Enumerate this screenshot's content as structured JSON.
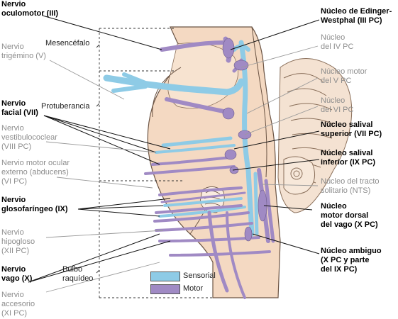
{
  "colors": {
    "sensory": "#8ecbe6",
    "motor": "#a08ac4",
    "brainstem": "#f4d9c2",
    "outline": "#5a4a3c",
    "bold_leader": "#111111",
    "gray_leader": "#9a9a9a"
  },
  "labels": {
    "oculomotor": [
      "Nervio",
      "oculomotor (III)"
    ],
    "trigemino": [
      "Nervio",
      "trigémino (V)"
    ],
    "facial": [
      "Nervio",
      "facial (VII)"
    ],
    "vestibulococlear": [
      "Nervio",
      "vestibulococlear",
      "(VIII PC)"
    ],
    "abducens": [
      "Nervio motor ocular",
      "externo (abducens)",
      "(VI PC)"
    ],
    "glosofaringeo": [
      "Nervio",
      "glosofaríngeo (IX)"
    ],
    "hipogloso": [
      "Nervio",
      "hipogloso",
      "(XII PC)"
    ],
    "vago": [
      "Nervio",
      "vago (X)"
    ],
    "accesorio": [
      "Nervio",
      "accesorio",
      "(XI PC)"
    ],
    "mesencefalo": "Mesencéfalo",
    "protuberancia": "Protuberancia",
    "bulbo": [
      "Bulbo",
      "raquídeo"
    ],
    "edinger": [
      "Núcleo de Edinger-",
      "Westphal (III PC)"
    ],
    "nucleo_iv": [
      "Núcleo",
      "del IV PC"
    ],
    "nucleo_v": [
      "Núcleo motor",
      "del V PC"
    ],
    "nucleo_vi": [
      "Núcleo",
      "del VI PC"
    ],
    "salival_sup": [
      "Núcleo salival",
      "superior (VII PC)"
    ],
    "salival_inf": [
      "Núcleo salival",
      "inferior (IX PC)"
    ],
    "tracto_solitario": [
      "Núcleo del tracto",
      "solitario (NTS)"
    ],
    "motor_dorsal": [
      "Núcleo",
      "motor dorsal",
      "del vago (X PC)"
    ],
    "ambiguo": [
      "Núcleo ambiguo",
      "(X PC y parte",
      "del IX PC)"
    ]
  },
  "legend": {
    "sensory": "Sensorial",
    "motor": "Motor"
  }
}
